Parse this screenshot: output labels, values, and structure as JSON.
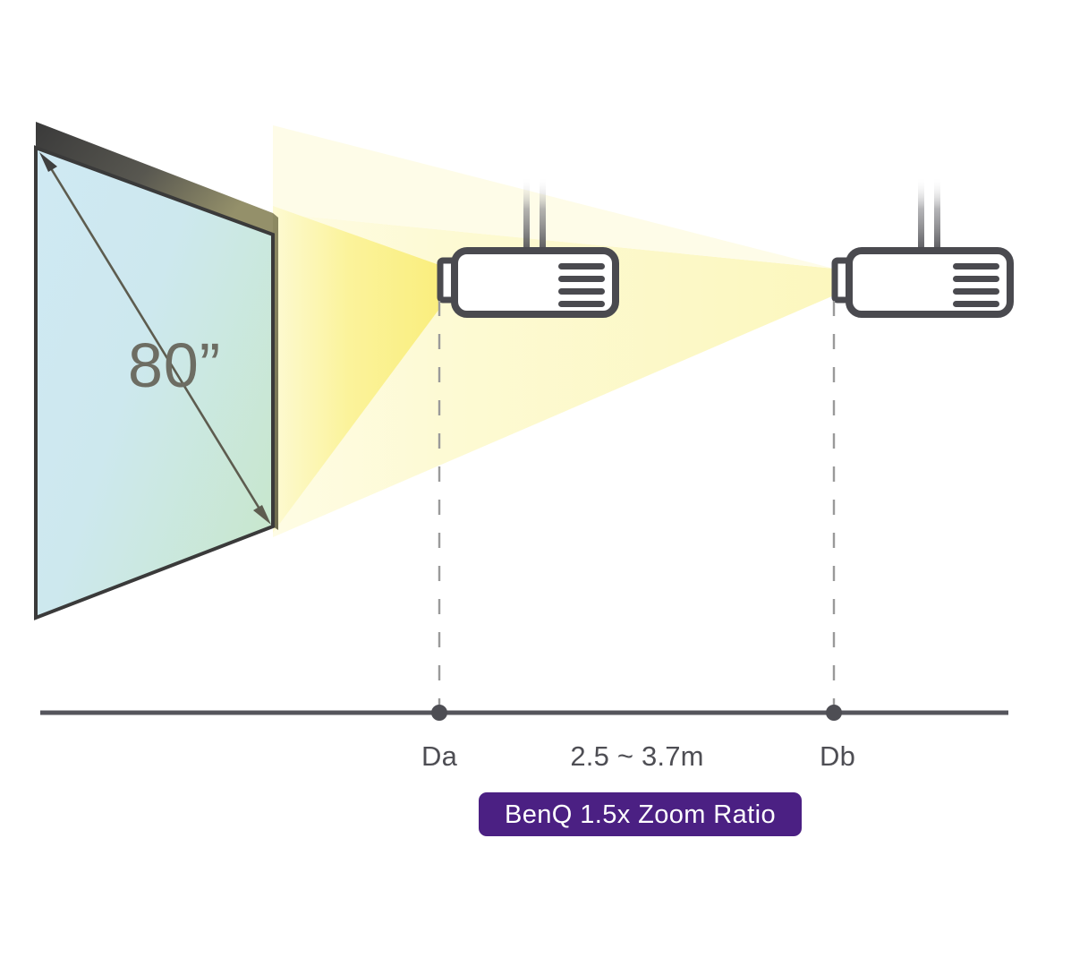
{
  "diagram": {
    "title": "BenQ projector throw-distance zoom range diagram",
    "screen": {
      "size_label": "80”",
      "dimension_arrow_name": "diagonal-measure-arrow"
    },
    "axis": {
      "marker_a_label": "Da",
      "marker_b_label": "Db",
      "range_label": "2.5 ~ 3.7m"
    },
    "badge": {
      "label": "BenQ 1.5x Zoom Ratio"
    },
    "projectors": [
      {
        "id": "projector-near",
        "marker": "Da"
      },
      {
        "id": "projector-far",
        "marker": "Db"
      }
    ],
    "colors": {
      "badge_fill": "#4B2083",
      "badge_text": "#FFFFFF",
      "axis_line": "#55555c",
      "axis_dot": "#4e4e54",
      "axis_text": "#4e4e54",
      "beam_near": "#FAF08A",
      "beam_far": "#FCF8C8",
      "projector_stroke": "#4a4a4f",
      "projector_fill": "#FFFFFF",
      "screen_gradient_start": "#CFE8F2",
      "screen_gradient_end": "#C9E8D2",
      "screen_bevel_dark": "#3b3b3b",
      "screen_bevel_light": "#8d8a63",
      "screen_border": "#3a3a3a",
      "screen_label_text": "#6d6d63",
      "dashed_line": "#9a9a9a"
    }
  }
}
